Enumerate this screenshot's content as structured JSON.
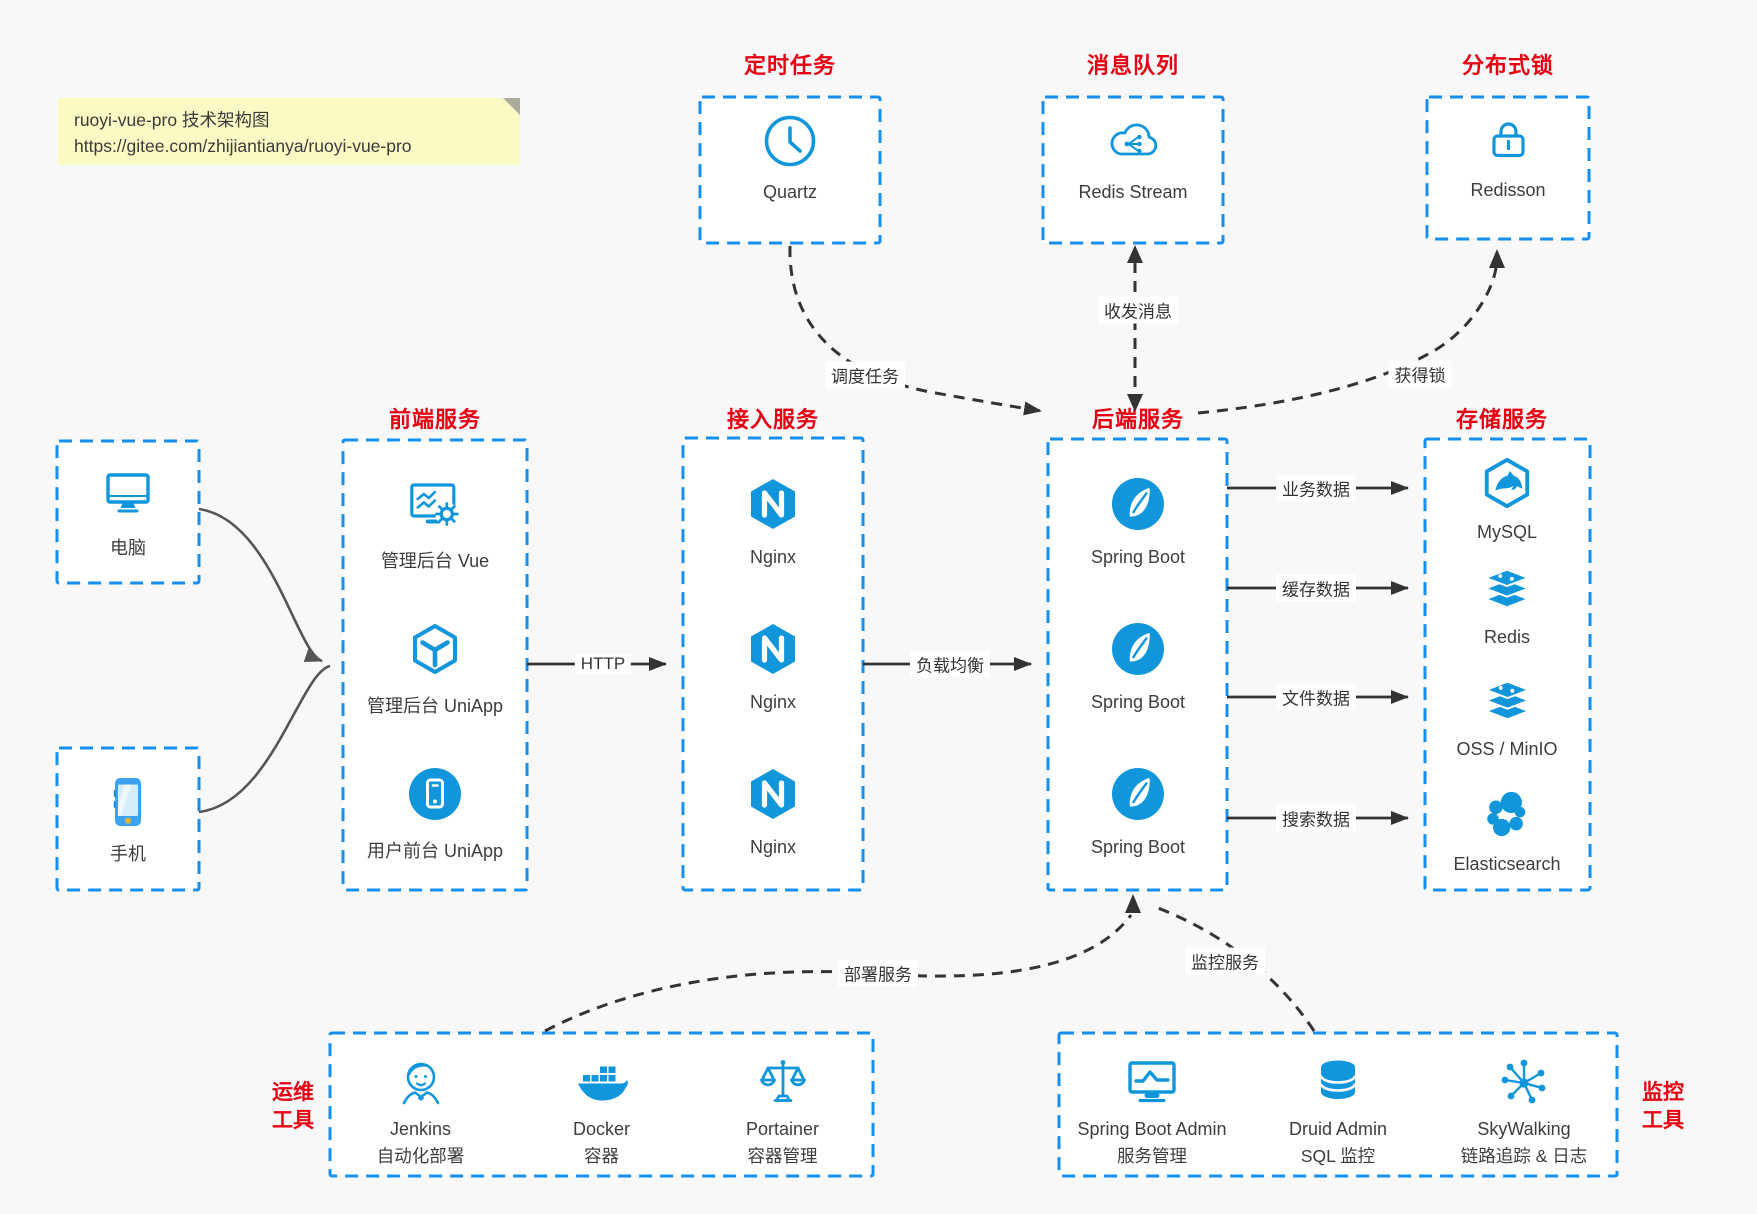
{
  "note": {
    "line1": "ruoyi-vue-pro 技术架构图",
    "line2": "https://gitee.com/zhijiantianya/ruoyi-vue-pro"
  },
  "palette": {
    "icon_blue": "#1296db",
    "border_blue": "#1690f0",
    "title_red": "#e60012",
    "note_yellow": "#fbf9c4",
    "arrow_dark": "#333333",
    "arrow_gray": "#555555"
  },
  "top_services": [
    {
      "title": "定时任务",
      "icon": "clock-icon",
      "label": "Quartz"
    },
    {
      "title": "消息队列",
      "icon": "cloud-share-icon",
      "label": "Redis Stream"
    },
    {
      "title": "分布式锁",
      "icon": "lock-icon",
      "label": "Redisson"
    }
  ],
  "clients": [
    {
      "icon": "desktop-icon",
      "label": "电脑"
    },
    {
      "icon": "phone-icon",
      "label": "手机"
    }
  ],
  "service_columns": [
    {
      "title": "前端服务",
      "items": [
        {
          "icon": "admin-vue-icon",
          "label": "管理后台 Vue"
        },
        {
          "icon": "uniapp-cube-icon",
          "label": "管理后台 UniApp"
        },
        {
          "icon": "user-app-icon",
          "label": "用户前台 UniApp"
        }
      ]
    },
    {
      "title": "接入服务",
      "items": [
        {
          "icon": "nginx-icon",
          "label": "Nginx"
        },
        {
          "icon": "nginx-icon",
          "label": "Nginx"
        },
        {
          "icon": "nginx-icon",
          "label": "Nginx"
        }
      ]
    },
    {
      "title": "后端服务",
      "items": [
        {
          "icon": "spring-boot-icon",
          "label": "Spring Boot"
        },
        {
          "icon": "spring-boot-icon",
          "label": "Spring Boot"
        },
        {
          "icon": "spring-boot-icon",
          "label": "Spring Boot"
        }
      ]
    },
    {
      "title": "存储服务",
      "items": [
        {
          "icon": "mysql-icon",
          "label": "MySQL"
        },
        {
          "icon": "redis-icon",
          "label": "Redis"
        },
        {
          "icon": "object-storage-icon",
          "label": "OSS / MinIO"
        },
        {
          "icon": "elasticsearch-icon",
          "label": "Elasticsearch"
        }
      ]
    }
  ],
  "tool_groups": [
    {
      "side_line1": "运维",
      "side_line2": "工具",
      "items": [
        {
          "icon": "jenkins-icon",
          "name": "Jenkins",
          "desc": "自动化部署"
        },
        {
          "icon": "docker-icon",
          "name": "Docker",
          "desc": "容器"
        },
        {
          "icon": "portainer-icon",
          "name": "Portainer",
          "desc": "容器管理"
        }
      ]
    },
    {
      "side_line1": "监控",
      "side_line2": "工具",
      "items": [
        {
          "icon": "monitor-chart-icon",
          "name": "Spring Boot Admin",
          "desc": "服务管理"
        },
        {
          "icon": "database-icon",
          "name": "Druid Admin",
          "desc": "SQL 监控"
        },
        {
          "icon": "topology-icon",
          "name": "SkyWalking",
          "desc": "链路追踪 & 日志"
        }
      ]
    }
  ],
  "edge_labels": {
    "http": "HTTP",
    "load_balance": "负载均衡",
    "schedule": "调度任务",
    "messaging": "收发消息",
    "lock": "获得锁",
    "business_data": "业务数据",
    "cache_data": "缓存数据",
    "file_data": "文件数据",
    "search_data": "搜索数据",
    "deploy": "部署服务",
    "monitor": "监控服务"
  }
}
